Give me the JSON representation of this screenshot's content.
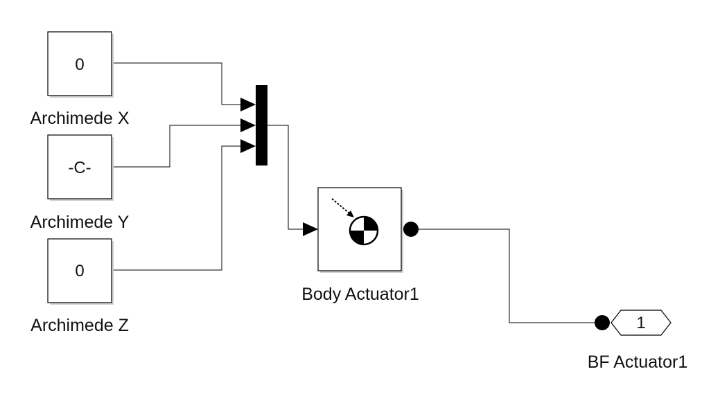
{
  "blocks": {
    "const_x": {
      "value": "0",
      "label": "Archimede X"
    },
    "const_y": {
      "value": "-C-",
      "label": "Archimede Y"
    },
    "const_z": {
      "value": "0",
      "label": "Archimede Z"
    },
    "mux": {},
    "body_actuator": {
      "label": "Body Actuator1"
    },
    "outport": {
      "value": "1",
      "label": "BF Actuator1"
    }
  },
  "colors": {
    "line": "#000000",
    "background": "#ffffff",
    "shadow": "#cfcfcf"
  },
  "icons": {
    "actuator": "body-actuator-icon",
    "connection": "connection-port-icon"
  }
}
